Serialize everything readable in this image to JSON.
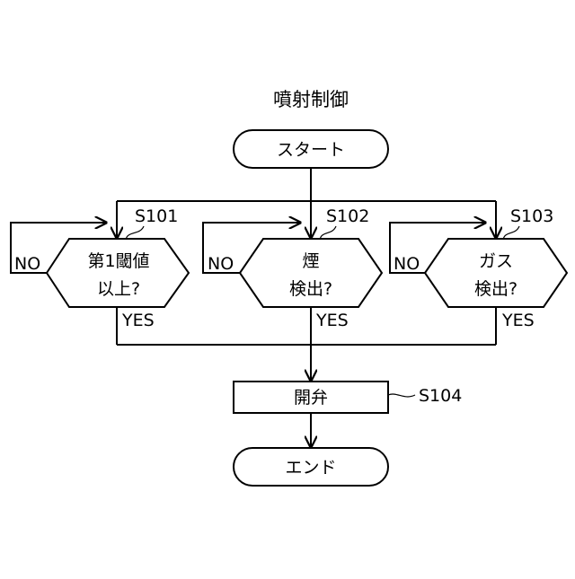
{
  "title": "噴射制御",
  "start_label": "スタート",
  "end_label": "エンド",
  "steps": {
    "s101": {
      "id": "S101",
      "line1": "第1閾値",
      "line2": "以上?",
      "no": "NO",
      "yes": "YES"
    },
    "s102": {
      "id": "S102",
      "line1": "煙",
      "line2": "検出?",
      "no": "NO",
      "yes": "YES"
    },
    "s103": {
      "id": "S103",
      "line1": "ガス",
      "line2": "検出?",
      "no": "NO",
      "yes": "YES"
    },
    "s104": {
      "id": "S104",
      "label": "開弁"
    }
  }
}
